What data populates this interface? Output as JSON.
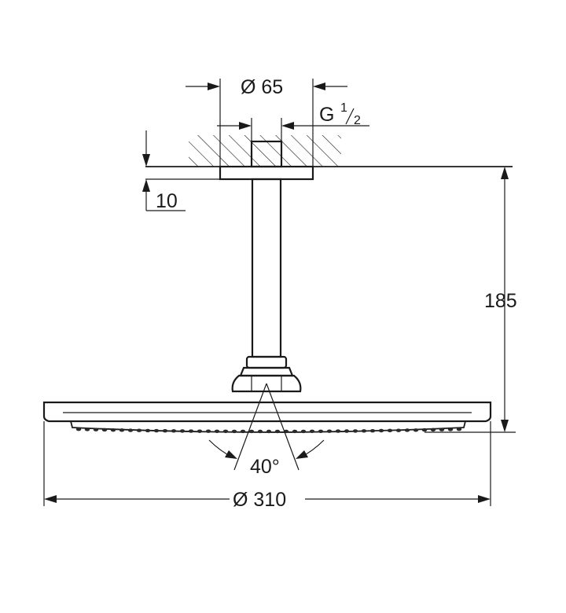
{
  "dimensions": {
    "inlet_diameter": "Ø 65",
    "thread_label": "G",
    "thread_num": "1",
    "thread_den": "2",
    "ceiling_offset": "10",
    "height": "185",
    "spray_angle": "40°",
    "head_diameter": "Ø 310"
  }
}
